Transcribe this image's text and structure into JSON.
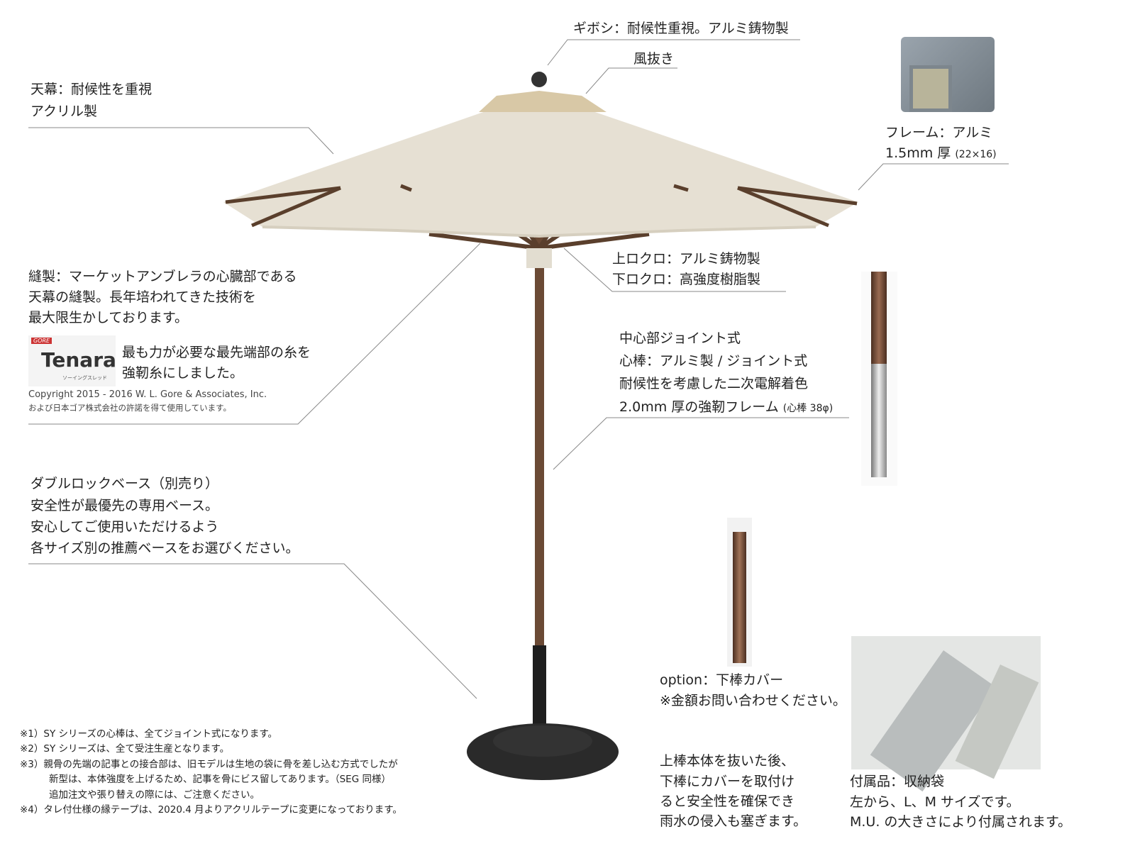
{
  "labels": {
    "finial": "ギボシ：耐候性重視。アルミ鋳物製",
    "vent": "風抜き",
    "canopy": [
      "天幕：耐候性を重視",
      "アクリル製"
    ],
    "frame": [
      "フレーム：アルミ",
      "1.5mm 厚",
      "(22×16)"
    ],
    "sewing": [
      "縫製：マーケットアンブレラの心臓部である",
      "天幕の縫製。長年培われてきた技術を",
      "最大限生かしております。"
    ],
    "tenara": {
      "logo_text": "Tenara",
      "logo_brand": "GORE",
      "logo_sub": "ソーイングスレッド",
      "text": [
        "最も力が必要な最先端部の糸を",
        "強靭糸にしました。"
      ],
      "copyright": [
        "Copyright 2015 - 2016 W. L. Gore & Associates, Inc.",
        "および日本ゴア株式会社の許諾を得て使用しています。"
      ]
    },
    "runner": [
      "上ロクロ：アルミ鋳物製",
      "下ロクロ：高強度樹脂製"
    ],
    "pole": [
      "中心部ジョイント式",
      "心棒：アルミ製 / ジョイント式",
      "耐候性を考慮した二次電解着色",
      "2.0mm 厚の強靭フレーム",
      "(心棒 38φ)"
    ],
    "base": [
      "ダブルロックベース（別売り）",
      "安全性が最優先の専用ベース。",
      "安心してご使用いただけるよう",
      "各サイズ別の推薦ベースをお選びください。"
    ],
    "option": [
      "option：下棒カバー",
      "※金額お問い合わせください。"
    ],
    "cover": [
      "上棒本体を抜いた後、",
      "下棒にカバーを取付け",
      "ると安全性を確保でき",
      "雨水の侵入も塞ぎます。"
    ],
    "accessory": [
      "付属品：収納袋",
      "左から、L、M サイズです。",
      "M.U. の大きさにより付属されます。"
    ]
  },
  "notes": [
    "※1）SY シリーズの心棒は、全てジョイント式になります。",
    "※2）SY シリーズは、全て受注生産となります。",
    "※3）親骨の先端の記事との接合部は、旧モデルは生地の袋に骨を差し込む方式でしたが",
    "新型は、本体強度を上げるため、記事を骨にビス留してあります。（SEG 同様）",
    "追加注文や張り替えの際には、ご注意ください。",
    "※4）タレ付仕様の縁テープは、2020.4 月よりアクリルテープに変更になっております。"
  ],
  "colors": {
    "canopy": "#e6e0d3",
    "rib": "#5a3f2c",
    "pole": "#6b4a35",
    "base": "#2a2a2a",
    "leader": "#888888"
  }
}
